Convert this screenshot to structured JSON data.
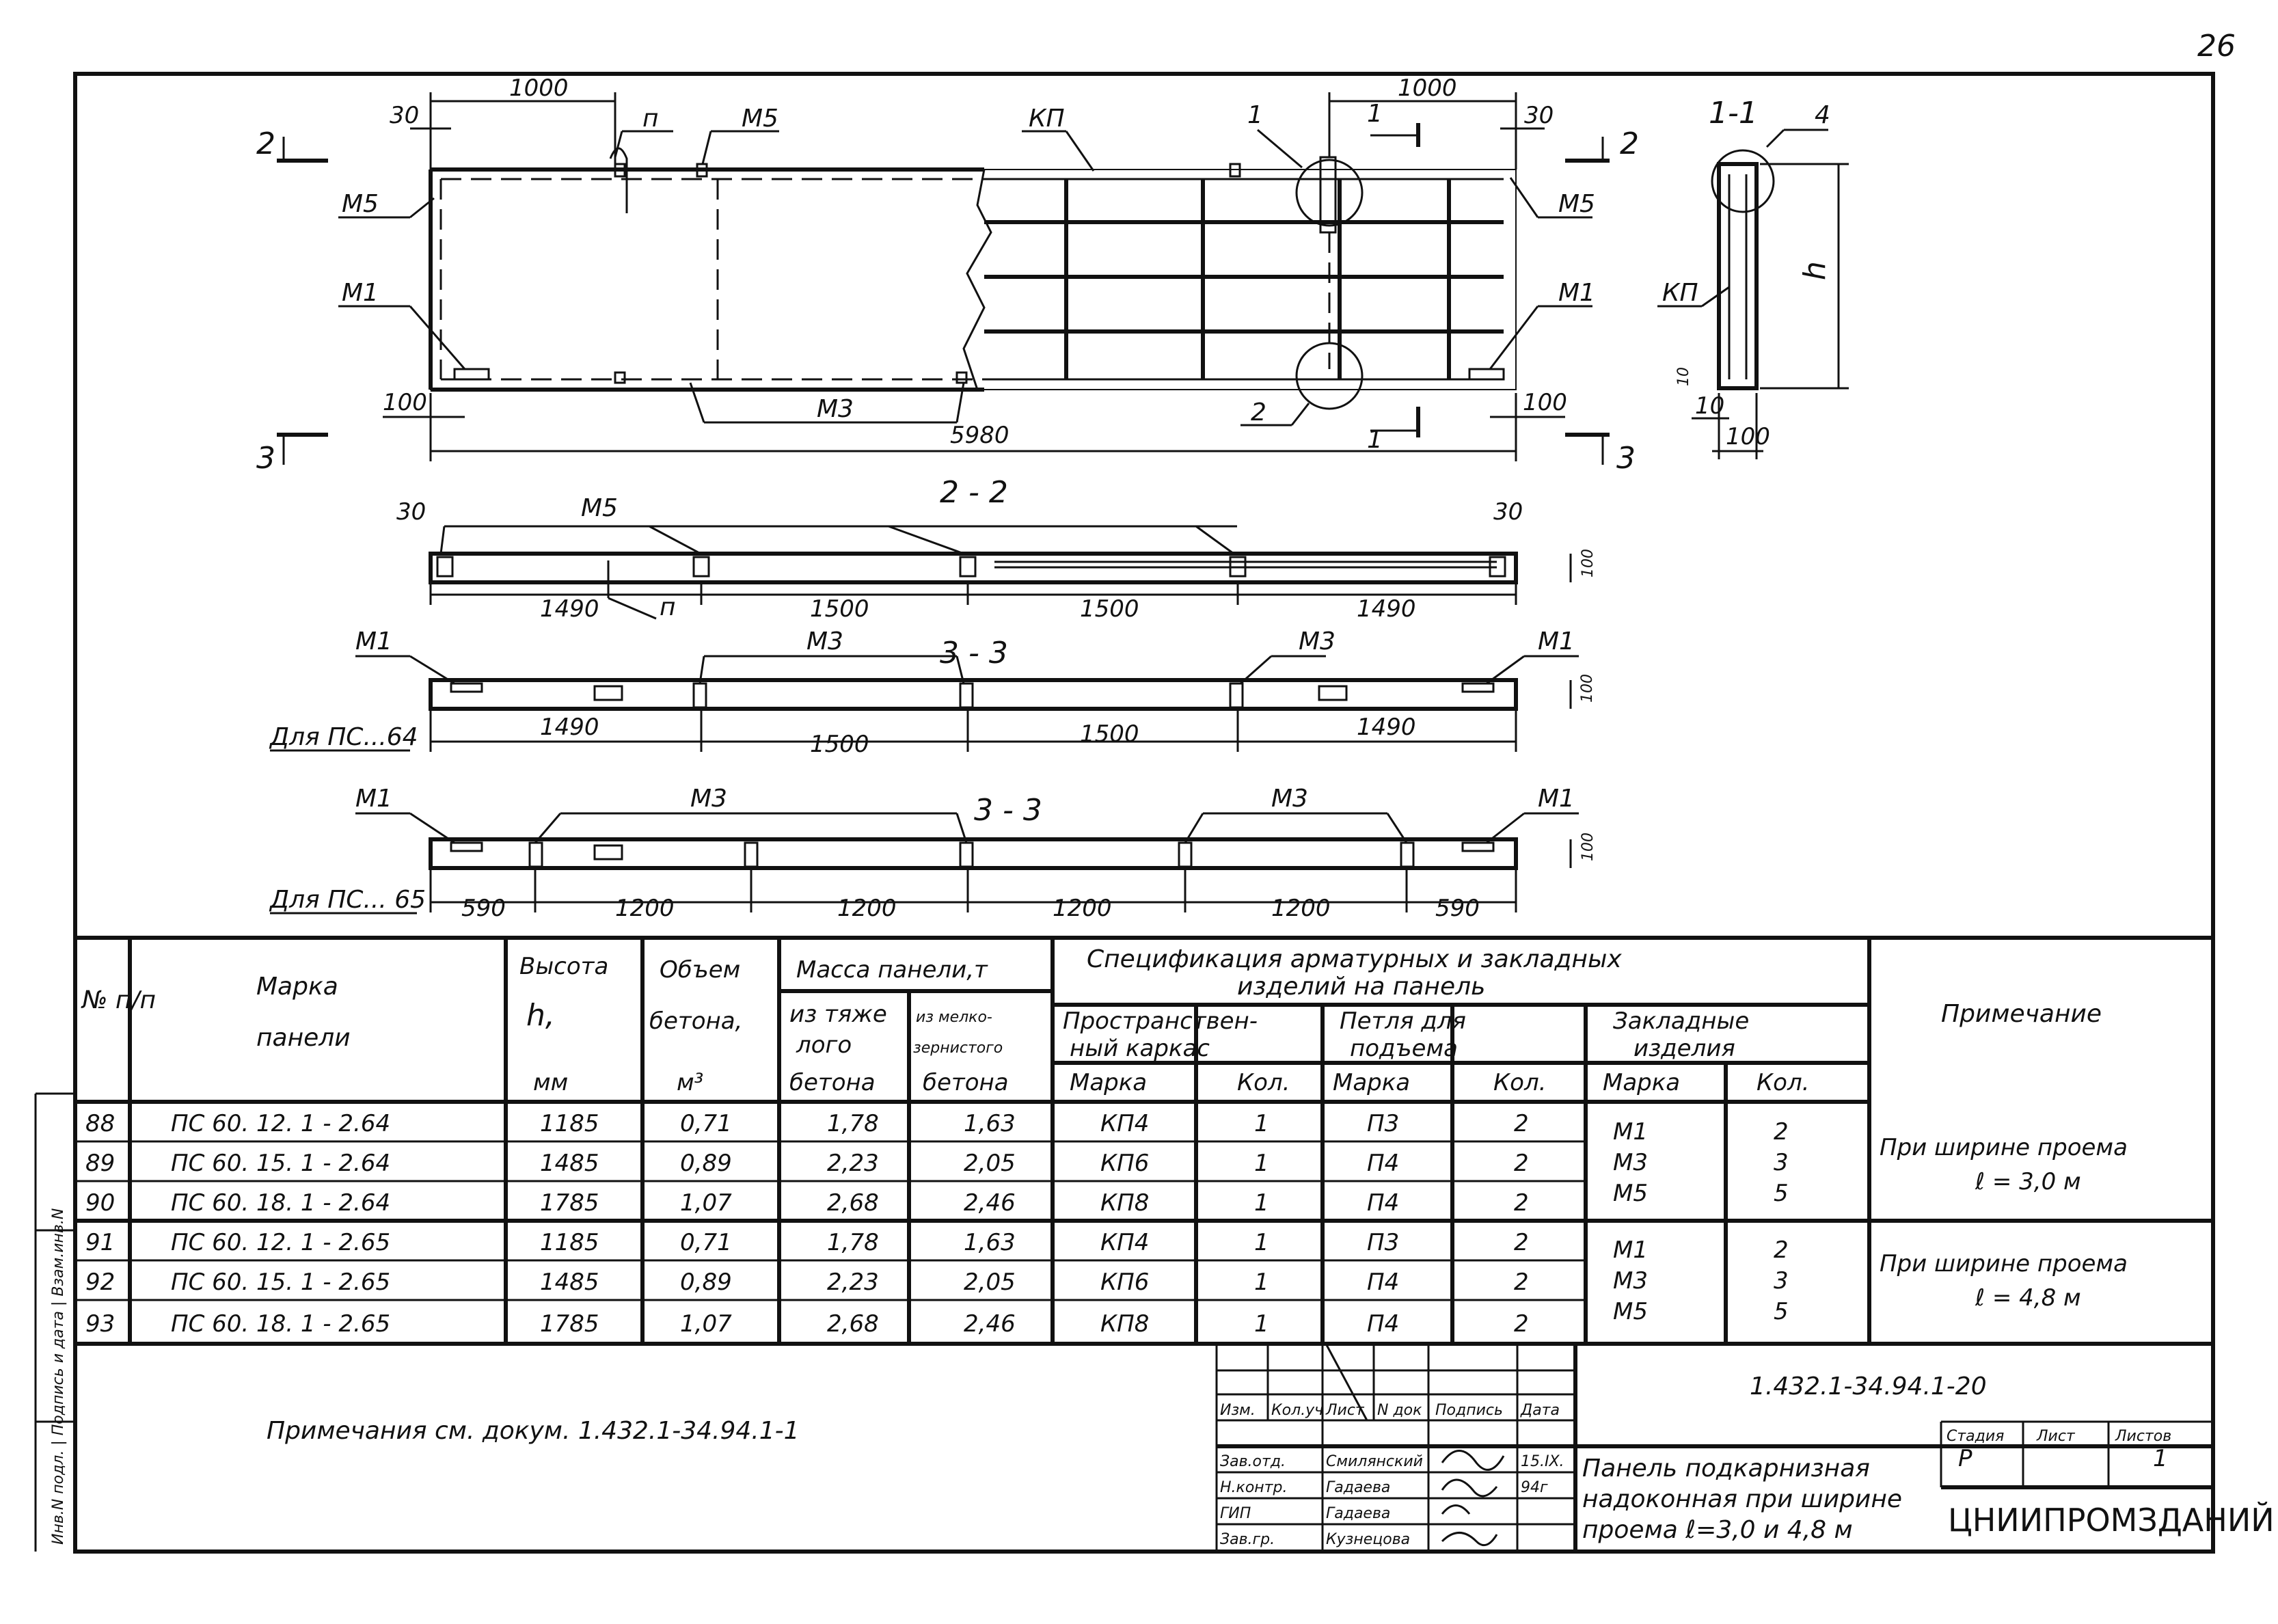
{
  "page": {
    "number": "26"
  },
  "plan": {
    "dims": {
      "d1000_left": "1000",
      "d30_left": "30",
      "d1000_right": "1000",
      "d30_right": "30",
      "d100_left": "100",
      "d100_right": "100",
      "d5980": "5980"
    },
    "labels": {
      "p": "п",
      "m5_top": "М5",
      "m5_left": "М5",
      "m5_right": "М5",
      "kp": "КП",
      "m1_left": "М1",
      "m1_right": "М1",
      "m3": "М3",
      "callout1": "1",
      "callout2": "2",
      "sec1_a": "1",
      "sec1_b": "1",
      "sec2_a": "2",
      "sec2_b": "2",
      "sec3_a": "3",
      "sec3_b": "3"
    }
  },
  "section11": {
    "title": "1-1",
    "callout": "4",
    "kp": "КП",
    "h": "h",
    "d10_a": "10",
    "d10_b": "10",
    "d100": "100"
  },
  "section22": {
    "title": "2 - 2",
    "m5": "М5",
    "p": "п",
    "d30_l": "30",
    "d30_r": "30",
    "d100": "100",
    "spans": [
      "1490",
      "1500",
      "1500",
      "1490"
    ]
  },
  "section33a": {
    "title": "3 - 3",
    "m1_l": "М1",
    "m3": "М3",
    "m3_r": "М3",
    "m1_r": "М1",
    "for": "Для ПС...64",
    "d100": "100",
    "spans": [
      "1490",
      "1500",
      "1500",
      "1490"
    ]
  },
  "section33b": {
    "title": "3 - 3",
    "m1_l": "М1",
    "m3_l": "М3",
    "m3_r": "М3",
    "m1_r": "М1",
    "for": "Для ПС... 65",
    "d100": "100",
    "spans": [
      "590",
      "1200",
      "1200",
      "1200",
      "1200",
      "590"
    ]
  },
  "table": {
    "headers": {
      "no": "№ п/п",
      "mark_1": "Марка",
      "mark_2": "панели",
      "h_1": "Высота",
      "h_2": "h,",
      "h_3": "мм",
      "v_1": "Объем",
      "v_2": "бетона,",
      "v_3": "м³",
      "mass": "Масса панели,т",
      "mass_heavy_1": "из тяже",
      "mass_heavy_2": "лого",
      "mass_heavy_3": "бетона",
      "mass_fine_1": "из мелко-",
      "mass_fine_2": "зернистого",
      "mass_fine_3": "бетона",
      "spec_1": "Спецификация арматурных и закладных",
      "spec_2": "изделий на панель",
      "frame_1": "Пространствен-",
      "frame_2": "ный каркас",
      "loop_1": "Петля для",
      "loop_2": "подъема",
      "emb_1": "Закладные",
      "emb_2": "изделия",
      "marka": "Марка",
      "kol": "Кол.",
      "marka2": "Марка",
      "kol2": "Кол.",
      "marka3": "Марка",
      "kol3": "Кол.",
      "note": "Примечание"
    },
    "rows": [
      {
        "no": "88",
        "mark": "ПС 60. 12. 1 - 2.64",
        "h": "1185",
        "v": "0,71",
        "m1": "1,78",
        "m2": "1,63",
        "kp": "КП4",
        "kpq": "1",
        "loop": "П3",
        "loopq": "2"
      },
      {
        "no": "89",
        "mark": "ПС 60. 15. 1 - 2.64",
        "h": "1485",
        "v": "0,89",
        "m1": "2,23",
        "m2": "2,05",
        "kp": "КП6",
        "kpq": "1",
        "loop": "П4",
        "loopq": "2"
      },
      {
        "no": "90",
        "mark": "ПС 60. 18. 1 - 2.64",
        "h": "1785",
        "v": "1,07",
        "m1": "2,68",
        "m2": "2,46",
        "kp": "КП8",
        "kpq": "1",
        "loop": "П4",
        "loopq": "2"
      },
      {
        "no": "91",
        "mark": "ПС 60. 12. 1 - 2.65",
        "h": "1185",
        "v": "0,71",
        "m1": "1,78",
        "m2": "1,63",
        "kp": "КП4",
        "kpq": "1",
        "loop": "П3",
        "loopq": "2"
      },
      {
        "no": "92",
        "mark": "ПС 60. 15. 1 - 2.65",
        "h": "1485",
        "v": "0,89",
        "m1": "2,23",
        "m2": "2,05",
        "kp": "КП6",
        "kpq": "1",
        "loop": "П4",
        "loopq": "2"
      },
      {
        "no": "93",
        "mark": "ПС 60. 18. 1 - 2.65",
        "h": "1785",
        "v": "1,07",
        "m1": "2,68",
        "m2": "2,46",
        "kp": "КП8",
        "kpq": "1",
        "loop": "П4",
        "loopq": "2"
      }
    ],
    "groups": [
      {
        "emb": [
          "М1",
          "М3",
          "М5"
        ],
        "qty": [
          "2",
          "3",
          "5"
        ],
        "note_1": "При ширине проема",
        "note_2": "ℓ = 3,0 м"
      },
      {
        "emb": [
          "М1",
          "М3",
          "М5"
        ],
        "qty": [
          "2",
          "3",
          "5"
        ],
        "note_1": "При ширине проема",
        "note_2": "ℓ = 4,8 м"
      }
    ]
  },
  "footer": {
    "notes": "Примечания см. докум. 1.432.1-34.94.1-1",
    "code": "1.432.1-34.94.1-20",
    "title_1": "Панель подкарнизная",
    "title_2": "надоконная при ширине",
    "title_3": "проема ℓ=3,0 и 4,8 м",
    "stage_h": "Стадия",
    "sheet_h": "Лист",
    "sheets_h": "Листов",
    "stage": "Р",
    "sheet": "",
    "sheets": "1",
    "org": "ЦНИИПРОМЗДАНИЙ",
    "sig_headers": [
      "Изм.",
      "Кол.уч",
      "Лист",
      "N док",
      "Подпись",
      "Дата"
    ],
    "sig_rows": [
      {
        "role": "Зав.отд.",
        "name": "Смилянский",
        "date": "15.IX."
      },
      {
        "role": "Н.контр.",
        "name": "Гадаева",
        "date": "94г"
      },
      {
        "role": "ГИП",
        "name": "Гадаева",
        "date": ""
      },
      {
        "role": "Зав.гр.",
        "name": "Кузнецова",
        "date": ""
      }
    ],
    "side": "Инв.N подл. | Подпись и дата | Взам.инв.N"
  }
}
